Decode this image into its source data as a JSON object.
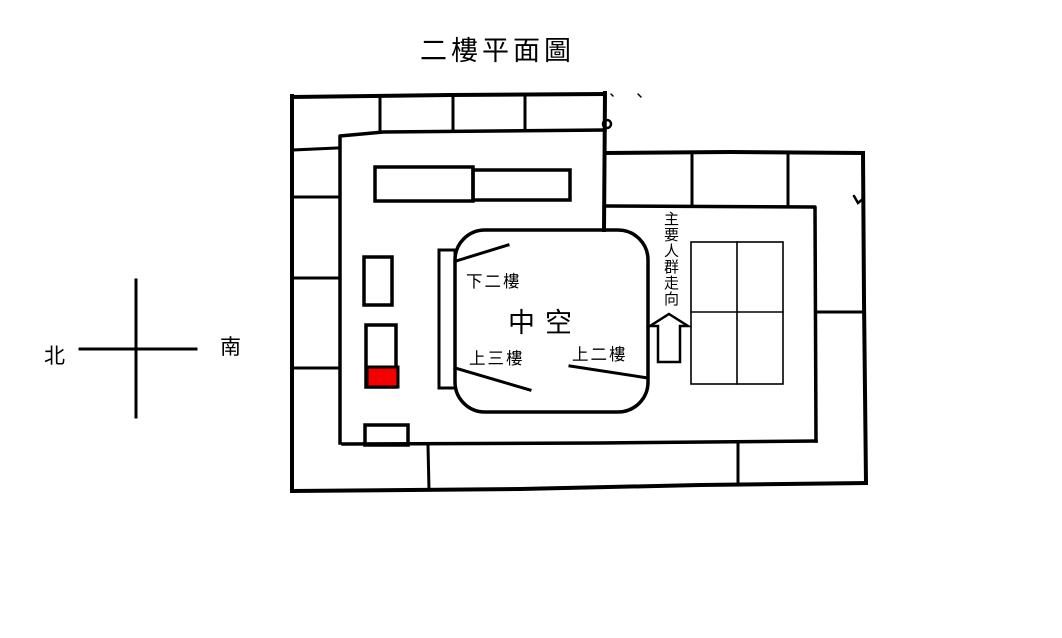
{
  "title": "二樓平面圖",
  "compass": {
    "left_label": "北",
    "right_label": "南"
  },
  "plan": {
    "atrium_label": "中空",
    "stair_down_label": "下二樓",
    "stair_up3_label": "上三樓",
    "stair_up2_label": "上二樓",
    "crowd_flow_label": "主要人群走向"
  },
  "colors": {
    "line": "#000000",
    "highlight_red": "#f40000",
    "background": "#ffffff"
  }
}
